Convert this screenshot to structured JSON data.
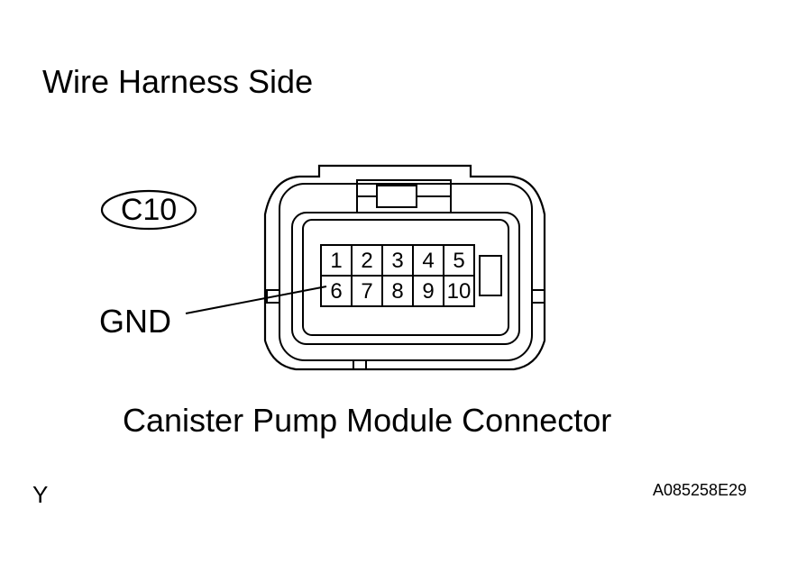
{
  "heading": "Wire Harness Side",
  "connector_code": "C10",
  "pin_rows": [
    [
      "1",
      "2",
      "3",
      "4",
      "5"
    ],
    [
      "6",
      "7",
      "8",
      "9",
      "10"
    ]
  ],
  "callout": {
    "label": "GND",
    "target_pin": "6"
  },
  "caption": "Canister Pump Module Connector",
  "footer_left": "Y",
  "footer_right": "A085258E29"
}
